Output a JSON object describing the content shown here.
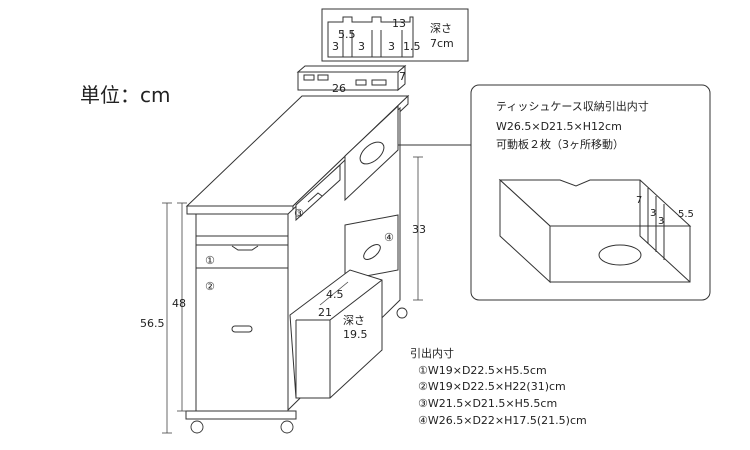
{
  "unit_label": "単位：cm",
  "top_inset": {
    "depth_label": "深さ",
    "depth_value": "7cm",
    "width": "13",
    "d1": "5.5",
    "d2": "3",
    "d3": "3",
    "d4": "3",
    "d5": "1.5"
  },
  "top_dims": {
    "width": "26",
    "height": "7"
  },
  "tissue_box": {
    "title": "ティッシュケース収納引出内寸",
    "size": "W26.5×D21.5×H12cm",
    "shelf": "可動板２枚（3ヶ所移動）",
    "d_left": "7",
    "d_a": "3",
    "d_b": "3",
    "d_right": "5.5"
  },
  "cabinet_dims": {
    "upper_height": "33",
    "height_48": "48",
    "height_56_5": "56.5",
    "slot_4_5": "4.5",
    "slot_21": "21",
    "depth_label": "深さ",
    "depth_value": "19.5"
  },
  "drawer_markers": [
    "①",
    "②",
    "③",
    "④"
  ],
  "inner_dims": {
    "title": "引出内寸",
    "items": [
      "①W19×D22.5×H5.5cm",
      "②W19×D22.5×H22(31)cm",
      "③W21.5×D21.5×H5.5cm",
      "④W26.5×D22×H17.5(21.5)cm"
    ]
  }
}
